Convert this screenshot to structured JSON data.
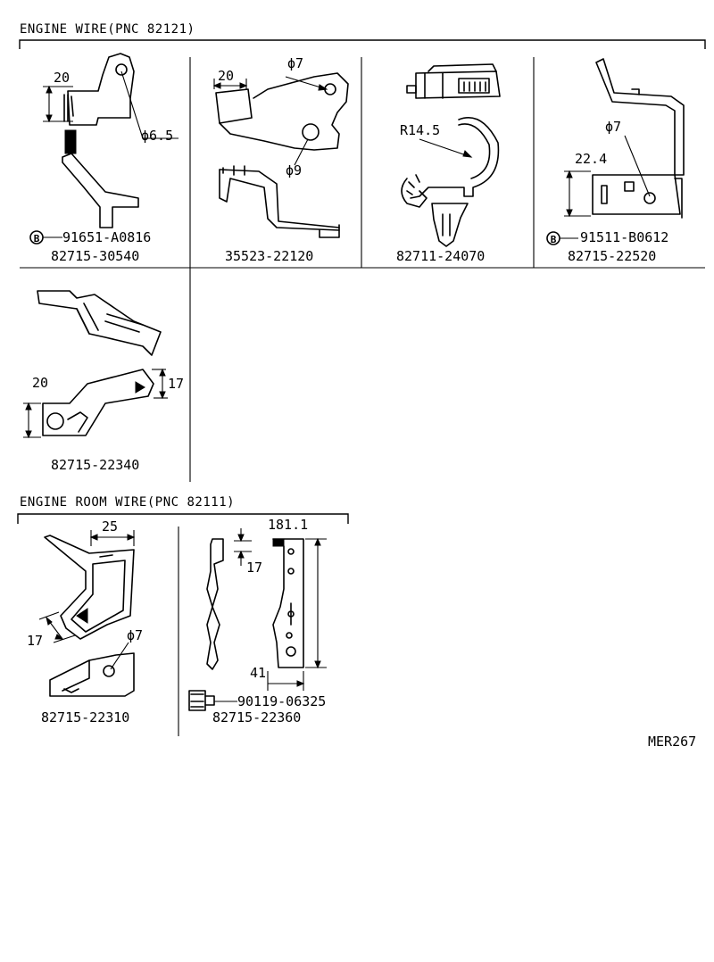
{
  "sections": [
    {
      "title": "ENGINE WIRE(PNC 82121)",
      "parts": [
        {
          "part_number": "82715-30540",
          "bolt_number": "91651-A0816",
          "bolt_symbol": "B",
          "dimensions": [
            "20",
            "ϕ6.5"
          ]
        },
        {
          "part_number": "35523-22120",
          "dimensions": [
            "20",
            "ϕ7",
            "ϕ9"
          ]
        },
        {
          "part_number": "82711-24070",
          "dimensions": [
            "R14.5"
          ]
        },
        {
          "part_number": "82715-22520",
          "bolt_number": "91511-B0612",
          "bolt_symbol": "B",
          "dimensions": [
            "ϕ7",
            "22.4"
          ]
        },
        {
          "part_number": "82715-22340",
          "dimensions": [
            "20",
            "17"
          ]
        }
      ]
    },
    {
      "title": "ENGINE ROOM WIRE(PNC 82111)",
      "parts": [
        {
          "part_number": "82715-22310",
          "dimensions": [
            "25",
            "17",
            "ϕ7"
          ]
        },
        {
          "part_number": "82715-22360",
          "bolt_number": "90119-06325",
          "dimensions": [
            "17",
            "181.1",
            "41"
          ]
        }
      ]
    }
  ],
  "figure_code": "MER267"
}
